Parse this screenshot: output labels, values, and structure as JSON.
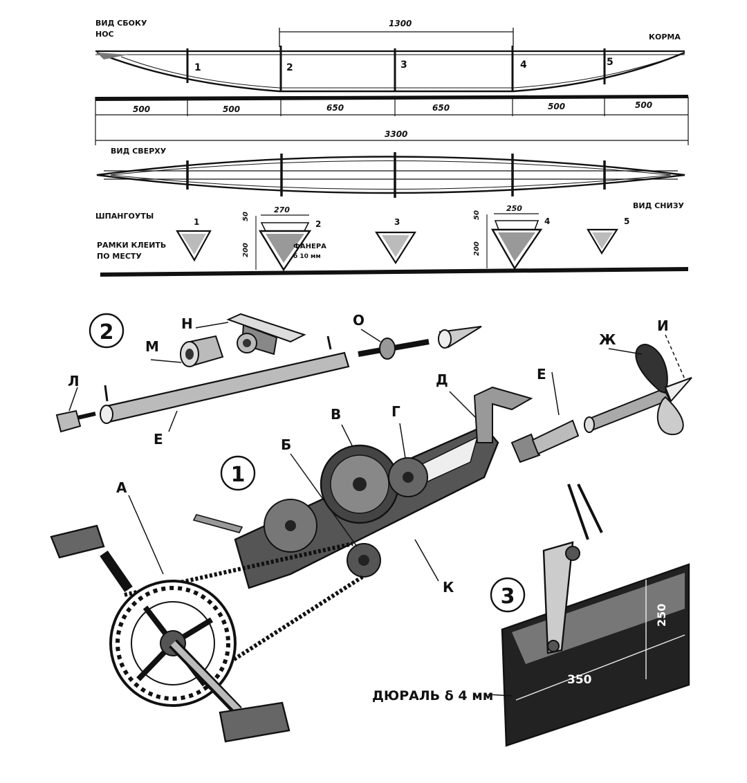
{
  "labels": {
    "side_view": "ВИД СБОКУ",
    "bow": "НОС",
    "stern": "КОРМА",
    "top_view": "ВИД СВЕРХУ",
    "bottom_view": "ВИД СНИЗУ",
    "frames": "ШПАНГОУТЫ",
    "frames_glue_1": "РАМКИ КЛЕИТЬ",
    "frames_glue_2": "ПО МЕСТУ",
    "plywood_1": "ФАНЕРА",
    "plywood_2": "δ 10 мм",
    "duralumin": "ДЮРАЛЬ δ 4 мм"
  },
  "dimensions": {
    "span_1300": "1300",
    "seg_1": "500",
    "seg_2": "500",
    "seg_3": "650",
    "seg_4": "650",
    "seg_5": "500",
    "seg_6": "500",
    "total": "3300",
    "frame2_width": "270",
    "frame4_width": "250",
    "height_50_left": "50",
    "height_200_left": "200",
    "height_50_right": "50",
    "height_200_right": "200",
    "plate_height": "250",
    "plate_width": "350"
  },
  "frame_numbers": [
    "1",
    "2",
    "3",
    "4",
    "5"
  ],
  "section_frame_numbers": [
    "1",
    "2",
    "3",
    "4",
    "5"
  ],
  "figures": {
    "fig1": "1",
    "fig2": "2",
    "fig3": "3"
  },
  "parts": {
    "A": "А",
    "B": "Б",
    "V": "В",
    "G": "Г",
    "D": "Д",
    "E1": "Е",
    "E2": "Е",
    "ZH": "Ж",
    "I": "И",
    "K": "К",
    "L": "Л",
    "M": "М",
    "N": "Н",
    "O": "О"
  }
}
